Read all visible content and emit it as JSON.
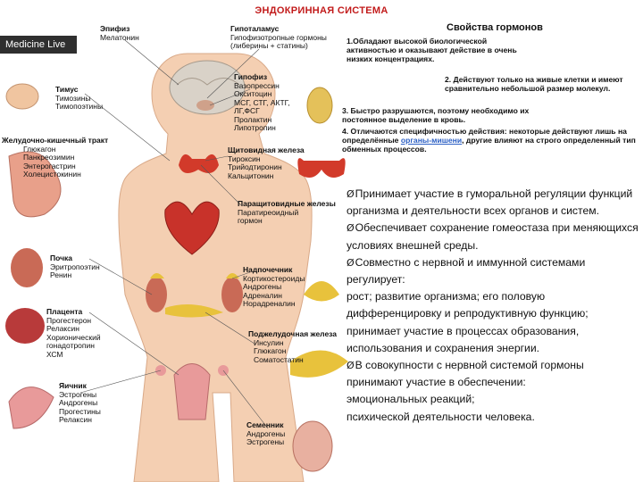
{
  "title": "ЭНДОКРИННАЯ СИСТЕМА",
  "brand": "Medicine Live",
  "organs": [
    {
      "id": "epiphysis",
      "name": "Эпифиз",
      "lines": [
        "Мелатонин"
      ]
    },
    {
      "id": "hypothalamus",
      "name": "Гипоталамус",
      "lines": [
        "Гипофизотропные гормоны",
        "(либерины + статины)"
      ]
    },
    {
      "id": "thymus",
      "name": "Тимус",
      "lines": [
        "Тимозины",
        "Тимопоэтины"
      ]
    },
    {
      "id": "pituitary",
      "name": "Гипофиз",
      "lines": [
        "Вазопрессин",
        "Окситоцин",
        "МСГ, СТГ, АКТГ,",
        "ЛГ,ФСГ",
        "Пролактин",
        "Липотропин"
      ]
    },
    {
      "id": "gi-tract",
      "name": "Желудочно-кишечный тракт",
      "lines": [
        "Глюкагон",
        "Панкреозимин",
        "Энтерогастрин",
        "Холецистокинин"
      ]
    },
    {
      "id": "thyroid",
      "name": "Щитовидная железа",
      "lines": [
        "Тироксин",
        "Трийодтиронин",
        "Кальцитонин"
      ]
    },
    {
      "id": "parathyroid",
      "name": "Паращитовидные железы",
      "lines": [
        "Паратиреоидный",
        "гормон"
      ]
    },
    {
      "id": "kidney",
      "name": "Почка",
      "lines": [
        "Эритропоэтин",
        "Ренин"
      ]
    },
    {
      "id": "adrenal",
      "name": "Надпочечник",
      "lines": [
        "Кортикостероиды",
        "Андрогены",
        "Адреналин",
        "Норадреналин"
      ]
    },
    {
      "id": "placenta",
      "name": "Плацента",
      "lines": [
        "Прогестерон",
        "Релаксин",
        "Хорионический",
        "гонадотропин",
        "ХСМ"
      ]
    },
    {
      "id": "pancreas",
      "name": "Поджелудочная железа",
      "lines": [
        "Инсулин",
        "Глюкагон",
        "Соматостатин"
      ]
    },
    {
      "id": "ovary",
      "name": "Яичник",
      "lines": [
        "Эстрогены",
        "Андрогены",
        "Прогестины",
        "Релаксин"
      ]
    },
    {
      "id": "testis",
      "name": "Семенник",
      "lines": [
        "Андрогены",
        "Эстрогены"
      ]
    }
  ],
  "properties": {
    "title": "Свойства гормонов",
    "items": [
      "1.Обладают высокой биологической активностью и оказывают действие в очень низких концентрациях.",
      "2. Действуют только на живые клетки и имеют сравнительно небольшой размер молекул.",
      "3. Быстро разрушаются, поэтому необходимо их постоянное выделение в кровь.",
      "4. Отличаются специфичностью действия: некоторые действуют лишь на определённые",
      "органы-мишени",
      ", другие влияют на строго определенный тип обменных процессов."
    ]
  },
  "main_text": [
    "Принимает участие в гуморальной регуляции функций организма и деятельности всех органов и систем.",
    "Обеспечивает сохранение гомеостаза при меняющихся условиях внешней среды.",
    "Совместно с нервной и иммунной системами регулирует:",
    "рост; развитие организма; его половую дифференцировку и репродуктивную функцию; принимает участие в процессах образования, использования и сохранения энергии.",
    "В совокупности с нервной системой гормоны принимают участие в обеспечении:",
    "эмоциональных реакций;",
    "психической деятельности человека."
  ],
  "colors": {
    "title": "#c21b1b",
    "skin": "#f4cfb2",
    "highlight": "#2b5fc4",
    "organ_red": "#d23a2a",
    "organ_pink": "#e89a9a",
    "organ_yellow": "#e8c23c"
  }
}
